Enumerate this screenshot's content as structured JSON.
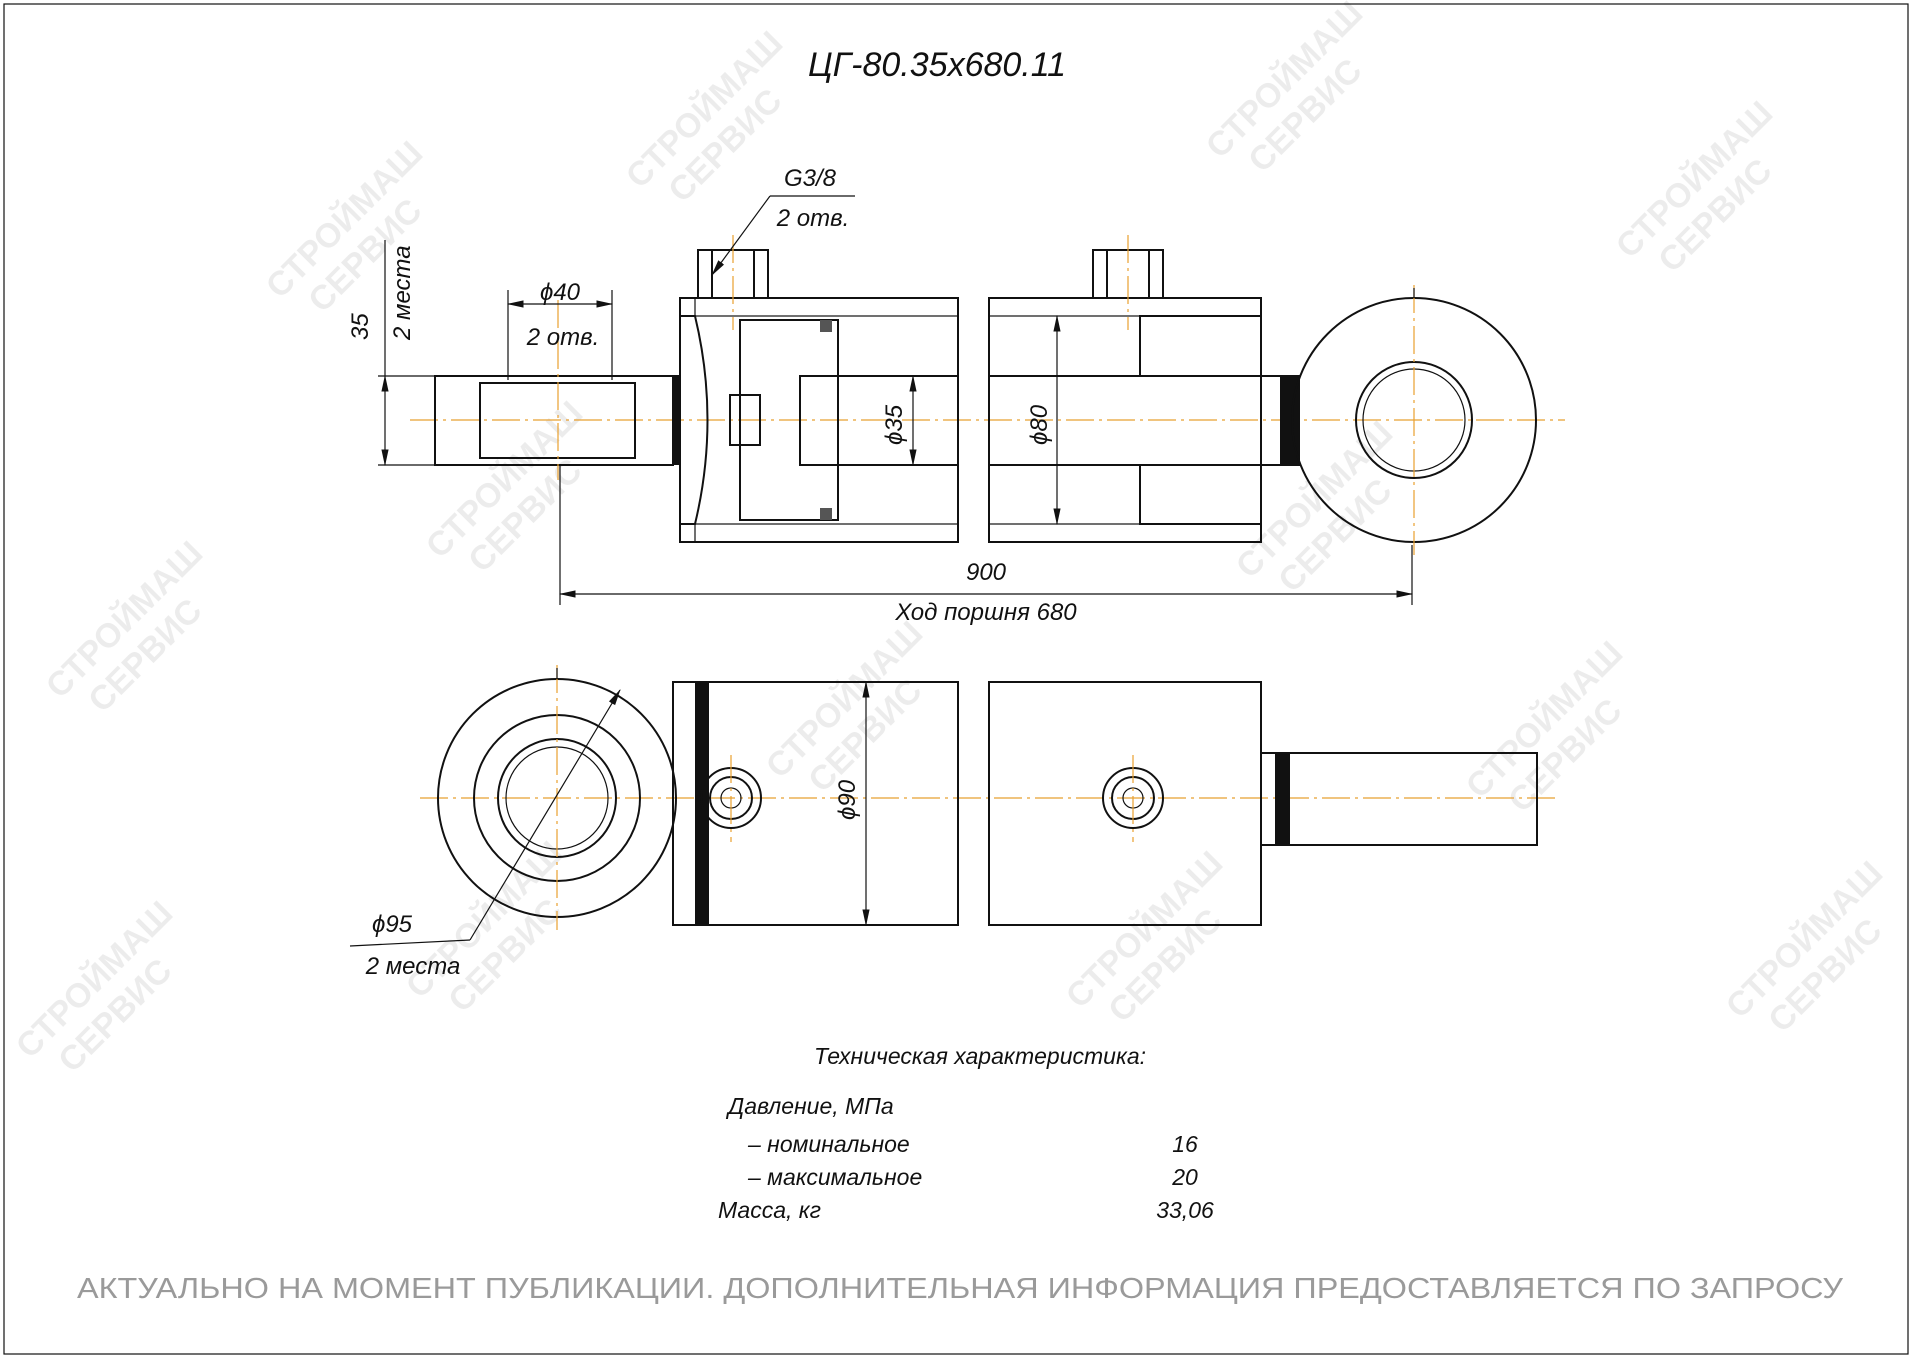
{
  "title": "ЦГ-80.35х680.11",
  "watermark": {
    "line1": "СТРОЙМАШ",
    "line2": "СЕРВИС"
  },
  "dimensions": {
    "port_thread": "G3/8",
    "port_count": "2 отв.",
    "eye_hole_dia": "ϕ40",
    "eye_hole_count": "2 отв.",
    "eye_width": "35",
    "eye_width_places": "2 места",
    "rod_dia": "ϕ35",
    "bore_dia": "ϕ80",
    "tube_dia": "ϕ90",
    "eye_outer_dia": "ϕ95",
    "eye_outer_places": "2 места",
    "closed_length": "900",
    "stroke": "Ход поршня 680"
  },
  "specs": {
    "heading": "Техническая характеристика:",
    "pressure_label": "Давление, МПа",
    "rows": [
      {
        "label": "– номинальное",
        "value": "16"
      },
      {
        "label": "– максимальное",
        "value": "20"
      }
    ],
    "mass_label": "Масса, кг",
    "mass_value": "33,06"
  },
  "footer": "АКТУАЛЬНО НА МОМЕНТ ПУБЛИКАЦИИ. ДОПОЛНИТЕЛЬНАЯ ИНФОРМАЦИЯ ПРЕДОСТАВЛЯЕТСЯ ПО ЗАПРОСУ",
  "colors": {
    "centerline": "#e8a030",
    "footer": "#9a9a9a"
  }
}
